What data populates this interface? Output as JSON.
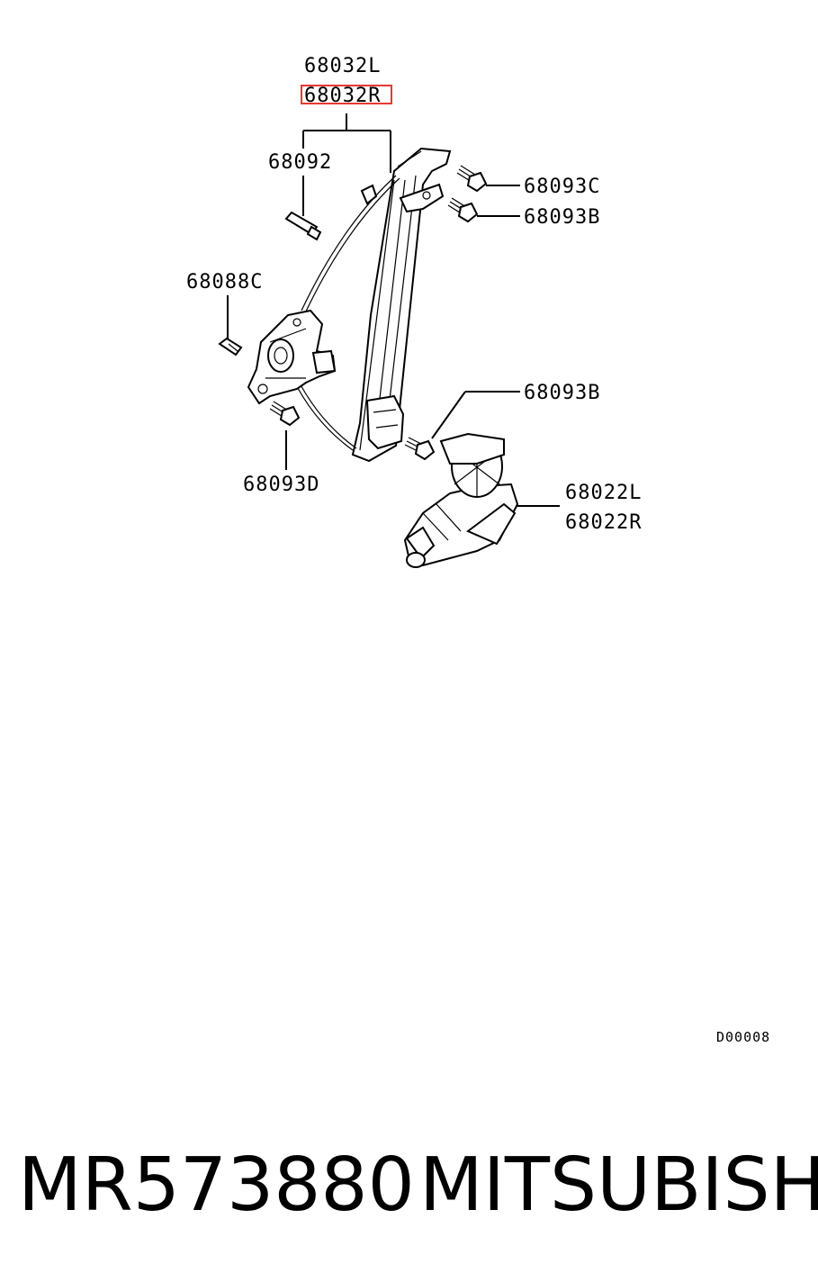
{
  "labels": {
    "regulator_l": "68032L",
    "regulator_r": "68032R",
    "rivet": "68092",
    "bolt_c": "68093C",
    "bolt_b_top": "68093B",
    "screw_c": "68088C",
    "bolt_b_mid": "68093B",
    "bolt_d": "68093D",
    "motor_l": "68022L",
    "motor_r": "68022R",
    "diagram_code": "D00008"
  },
  "footer": {
    "part_number": "MR573880",
    "brand": "MITSUBISHI"
  },
  "colors": {
    "highlight": "#e53935",
    "ink": "#000000"
  }
}
